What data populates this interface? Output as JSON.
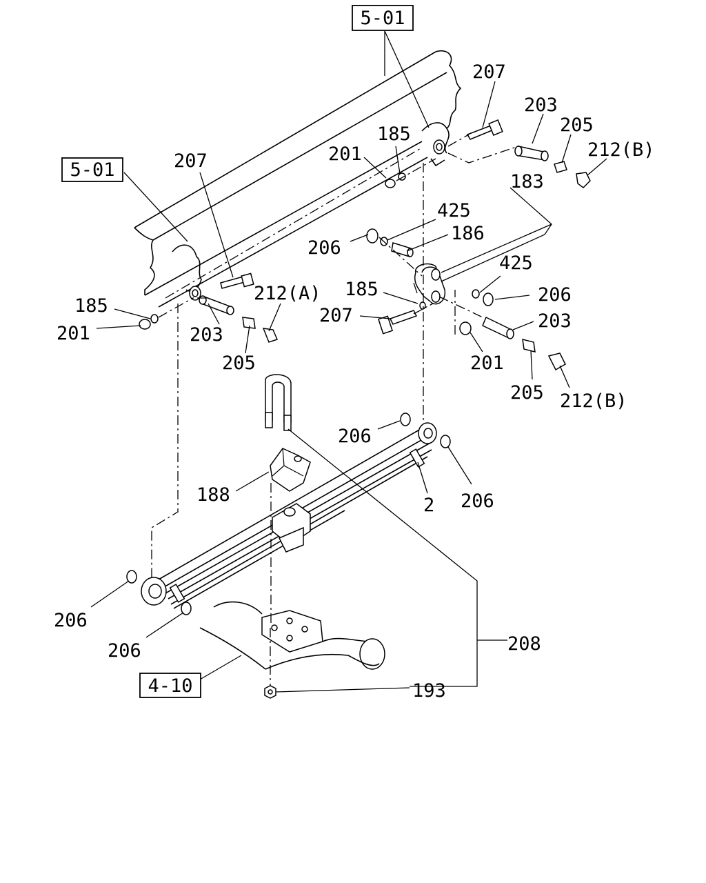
{
  "references": {
    "frame_top": "5-01",
    "frame_left": "5-01",
    "axle": "4-10"
  },
  "callouts": {
    "c207_top": "207",
    "c203_top": "203",
    "c205_top": "205",
    "c212b_top": "212(B)",
    "c185_top": "185",
    "c201_top": "201",
    "c183": "183",
    "c425_upper": "425",
    "c186": "186",
    "c206_upper": "206",
    "c425_lower": "425",
    "c206_right": "206",
    "c185_mid": "185",
    "c207_mid": "207",
    "c203_right": "203",
    "c201_right": "201",
    "c205_right": "205",
    "c212b_right": "212(B)",
    "c207_left": "207",
    "c212a": "212(A)",
    "c185_left": "185",
    "c201_left": "201",
    "c203_left": "203",
    "c205_left": "205",
    "c206_spring_top": "206",
    "c2": "2",
    "c206_spring_right": "206",
    "c188": "188",
    "c206_bottom_left": "206",
    "c206_bottom": "206",
    "c208": "208",
    "c193": "193"
  }
}
